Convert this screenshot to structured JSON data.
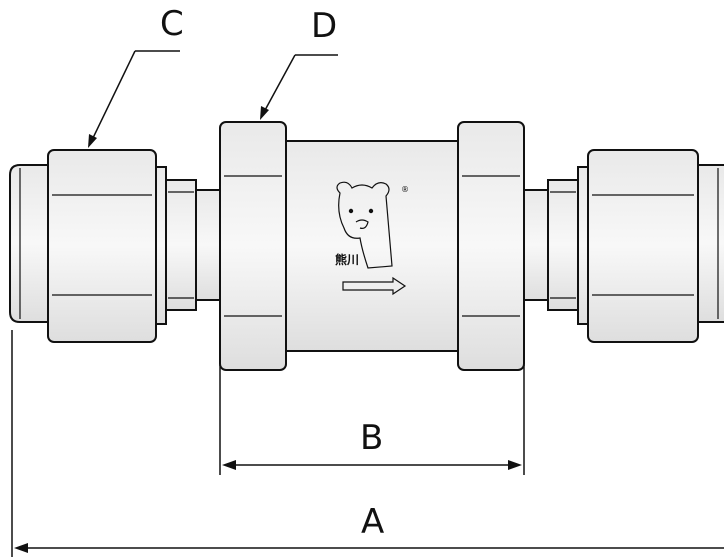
{
  "labels": {
    "c": "C",
    "d": "D",
    "b": "B",
    "a": "A"
  },
  "logo": {
    "brand_text": "熊川",
    "registered_mark": "®"
  }
}
